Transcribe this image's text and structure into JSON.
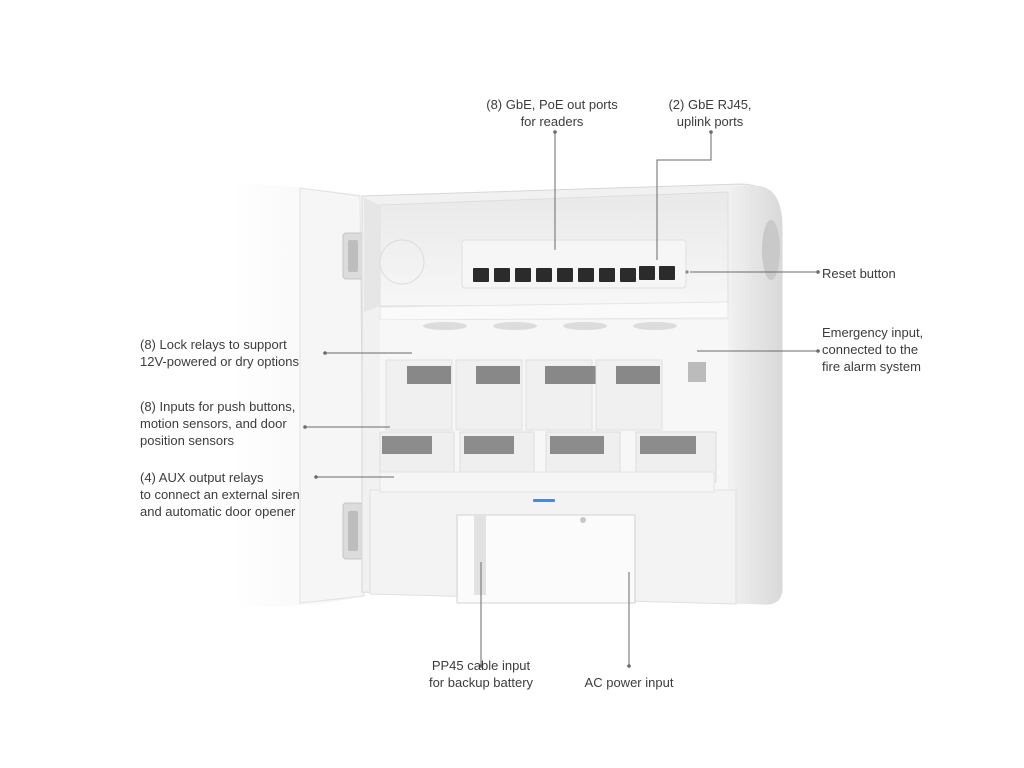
{
  "callouts": {
    "poe_ports": [
      "(8) GbE, PoE out ports",
      "for readers"
    ],
    "uplink_ports": [
      "(2) GbE RJ45,",
      "uplink ports"
    ],
    "reset_button": [
      "Reset button"
    ],
    "emergency_input": [
      "Emergency input,",
      "connected to the",
      "fire alarm system"
    ],
    "lock_relays": [
      "(8) Lock relays to support",
      "12V-powered or dry options"
    ],
    "inputs": [
      "(8) Inputs for push buttons,",
      "motion sensors, and door",
      "position sensors"
    ],
    "aux_relays": [
      "(4) AUX output relays",
      "to connect an external siren",
      "and automatic door opener"
    ],
    "pp45_input": [
      "PP45 cable input",
      "for backup battery"
    ],
    "ac_power": [
      "AC power input"
    ]
  },
  "colors": {
    "enclosure": "#f4f4f4",
    "enclosure_shadow": "#d8d8d8",
    "port": "#2b2b2b",
    "leader_line": "#6a6a6a",
    "status_led": "#2f8fff"
  }
}
